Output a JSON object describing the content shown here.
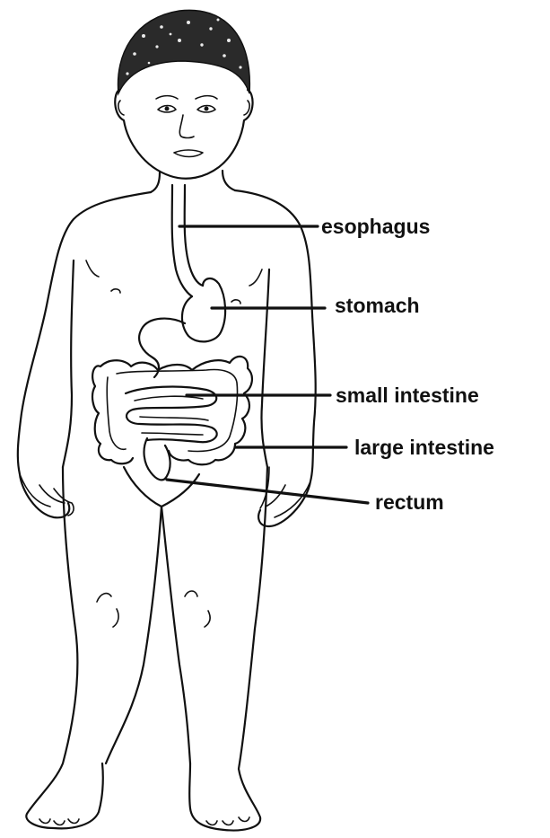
{
  "labels": {
    "esophagus": "esophagus",
    "stomach": "stomach",
    "small_intestine": "small intestine",
    "large_intestine": "large intestine",
    "rectum": "rectum"
  },
  "colors": {
    "ink": "#111111",
    "background": "#ffffff"
  }
}
